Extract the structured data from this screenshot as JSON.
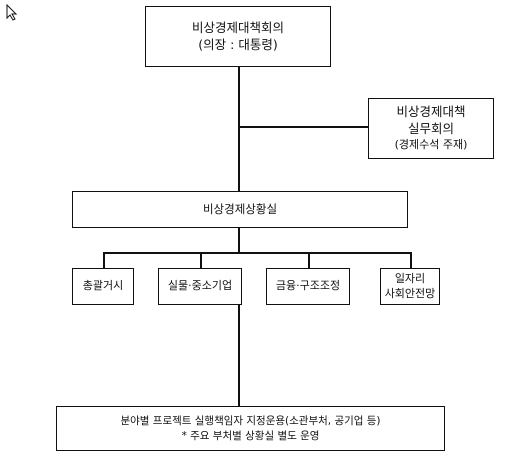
{
  "chart": {
    "top_box": {
      "title": "비상경제대책회의",
      "subtitle": "(의장 : 대통령)"
    },
    "side_box": {
      "line1": "비상경제대책",
      "line2": "실무회의",
      "line3": "(경제수석 주재)"
    },
    "situation_room": {
      "label": "비상경제상황실"
    },
    "teams": [
      {
        "label": "총괄거시"
      },
      {
        "label": "실물·중소기업"
      },
      {
        "label": "금융·구조조정"
      },
      {
        "line1": "일자리",
        "line2": "사회안전망"
      }
    ],
    "bottom_box": {
      "line1": "분야별 프로젝트 실행책임자 지정운용(소관부처, 공기업 등)",
      "line2": "* 주요 부처별 상황실 별도 운영"
    }
  },
  "icons": {
    "cursor": "cursor-arrow-icon"
  }
}
